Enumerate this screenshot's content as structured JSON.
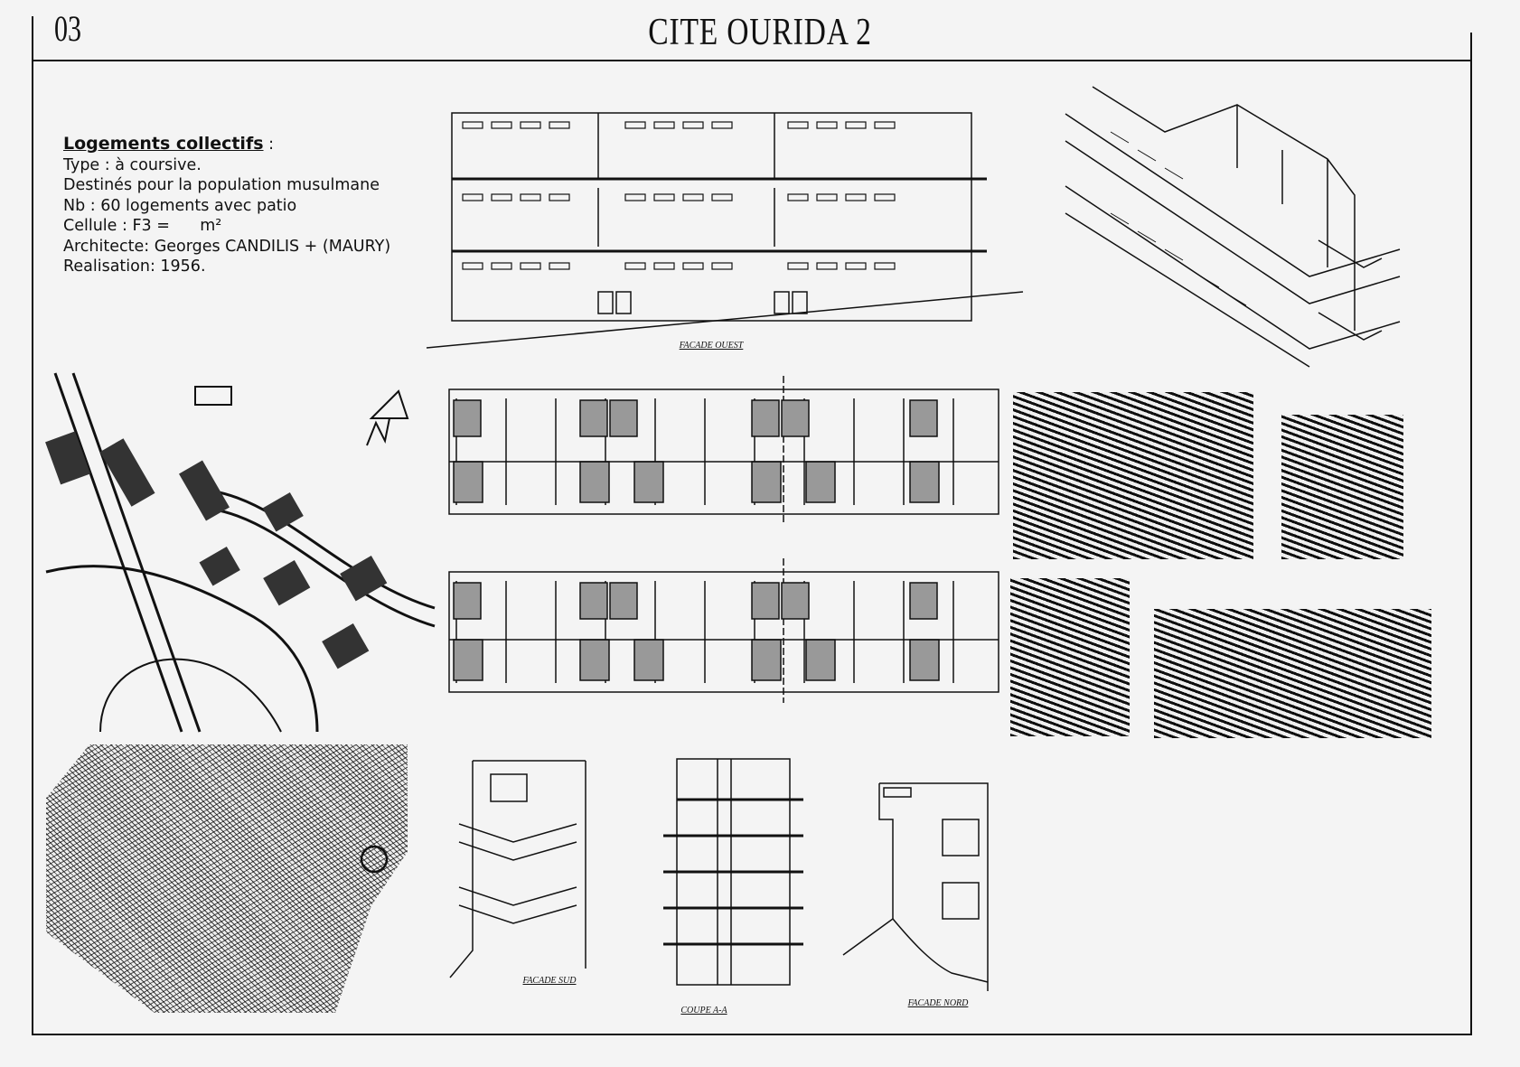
{
  "header": {
    "page_number": "03",
    "title": "CITE OURIDA 2"
  },
  "info": {
    "heading": "Logements collectifs",
    "heading_suffix": " :",
    "lines": [
      "Type : à coursive.",
      "Destinés pour la population musulmane",
      "Nb : 60 logements avec patio",
      "Cellule : F3 =      m²",
      "Architecte: Georges CANDILIS + (MAURY)",
      "Realisation: 1956."
    ]
  },
  "drawings": {
    "facade_ouest": "FACADE OUEST",
    "facade_sud": "FACADE SUD",
    "coupe": "COUPE A-A",
    "facade_nord": "FACADE NORD"
  }
}
